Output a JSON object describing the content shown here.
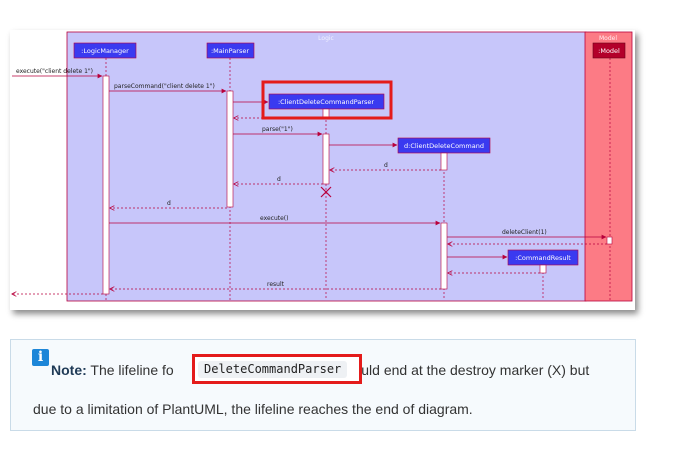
{
  "diagram": {
    "logic_box_label": "Logic",
    "model_box_label": "Model",
    "participants": {
      "logic_manager": ":LogicManager",
      "main_parser": ":MainParser",
      "client_delete_command_parser": ":ClientDeleteCommandParser",
      "client_delete_command": "d:ClientDeleteCommand",
      "command_result": ":CommandResult",
      "model": ":Model"
    },
    "messages": {
      "execute_call": "execute(\"client delete 1\")",
      "parse_command": "parseCommand(\"client delete 1\")",
      "parse": "parse(\"1\")",
      "return_d1": "d",
      "return_d2": "d",
      "return_d3": "d",
      "execute": "execute()",
      "delete_client": "deleteClient(1)",
      "result": "result"
    },
    "colors": {
      "logic_fill": "#c7c6fa",
      "model_fill": "#fc7b85",
      "participant_fill": "#3a3af0",
      "model_participant_fill": "#b3002a",
      "arrow": "#b8003c",
      "highlight": "#e41b1b"
    }
  },
  "note": {
    "icon": "info-icon",
    "label": "Note:",
    "text_before": " The lifeline fo",
    "code": "DeleteCommandParser",
    "text_after": "hould end at the destroy marker (X) but",
    "line2": "due to a limitation of PlantUML, the lifeline reaches the end of diagram."
  }
}
